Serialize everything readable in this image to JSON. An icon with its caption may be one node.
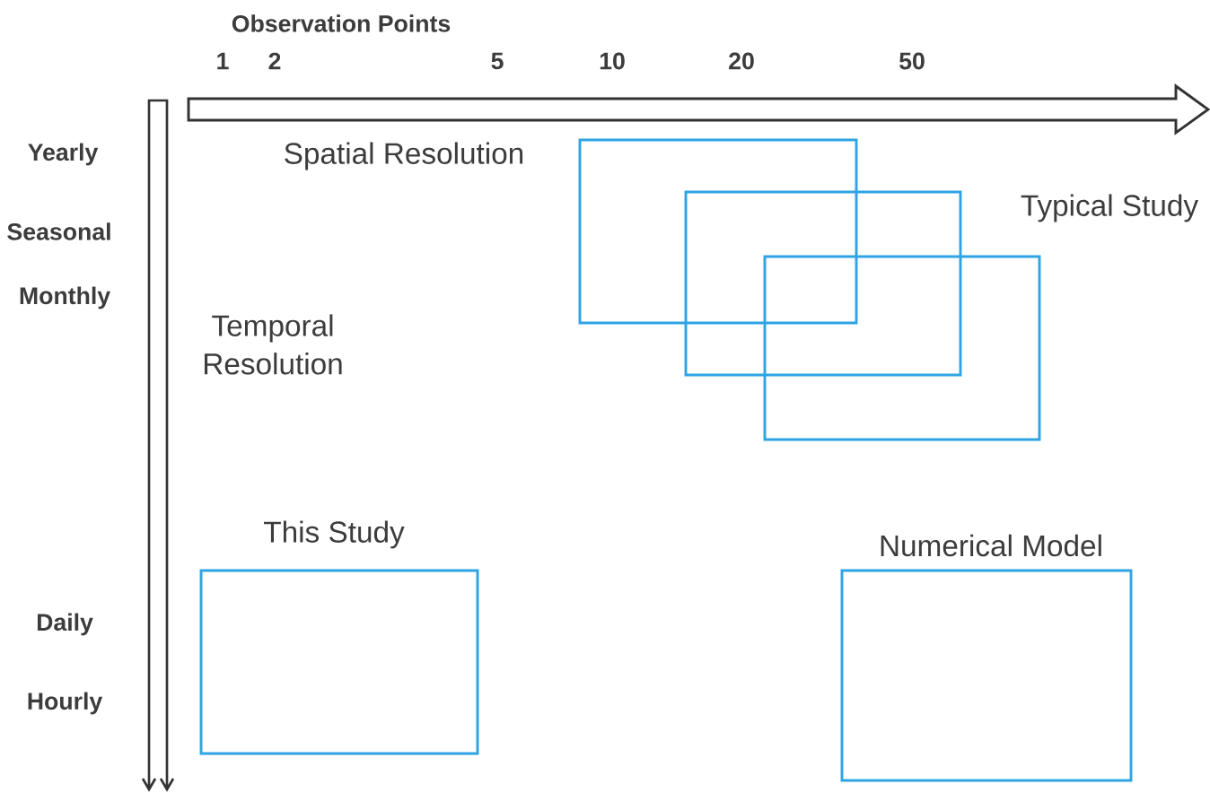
{
  "diagram": {
    "nodes": [
      {
        "text": [],
        "shape": "box"
      },
      {
        "text": [],
        "shape": "box"
      },
      {
        "text": [],
        "shape": "box"
      },
      {
        "text": [
          "This Study"
        ]
      },
      {
        "text": [
          "Numerical Model"
        ]
      }
    ],
    "labels": [
      "Observation Points",
      "1",
      "2",
      "5",
      "10",
      "20",
      "50",
      "Yearly",
      "Spatial Resolution",
      "Typical Study",
      "Seasonal",
      "Monthly",
      "Temporal Resolution",
      "Daily",
      "Hourly"
    ]
  }
}
